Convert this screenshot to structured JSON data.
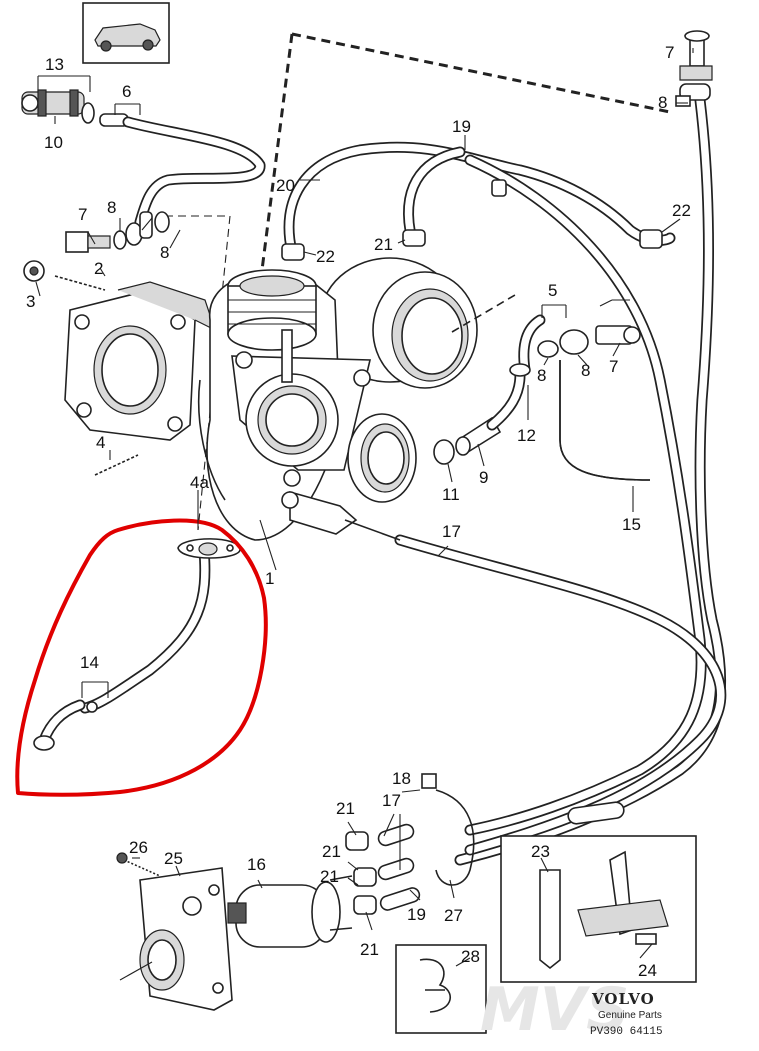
{
  "diagram": {
    "part_labels": {
      "p1": "1",
      "p2": "2",
      "p3": "3",
      "p4": "4",
      "p4a": "4a",
      "p5": "5",
      "p6": "6",
      "p7": "7",
      "p8": "8",
      "p9": "9",
      "p10": "10",
      "p11": "11",
      "p12": "12",
      "p13": "13",
      "p14": "14",
      "p15": "15",
      "p16": "16",
      "p17": "17",
      "p18": "18",
      "p19": "19",
      "p20": "20",
      "p21": "21",
      "p22": "22",
      "p23": "23",
      "p24": "24",
      "p25": "25",
      "p26": "26",
      "p27": "27",
      "p28": "28"
    },
    "watermark": "MVS",
    "highlight_color": "#e00000"
  },
  "brand": {
    "name": "VOLVO",
    "subtitle": "Genuine Parts",
    "code": "PV390 64115"
  }
}
